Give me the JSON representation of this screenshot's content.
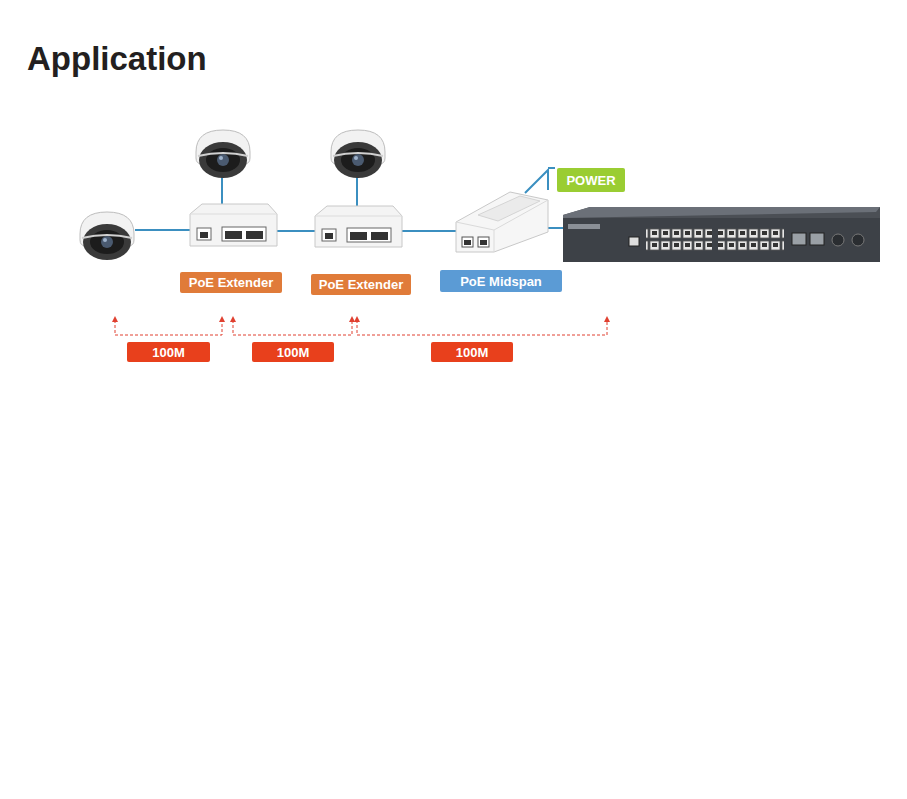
{
  "diagram": {
    "title": "Application",
    "nodes": [
      {
        "text": [
          "POWER"
        ]
      },
      {
        "text": [
          "PoE Extender"
        ]
      },
      {
        "text": [
          "PoE Extender"
        ]
      },
      {
        "text": [
          "PoE Midspan"
        ]
      },
      {
        "text": [
          "100M"
        ]
      },
      {
        "text": [
          "100M"
        ]
      },
      {
        "text": [
          "100M"
        ]
      }
    ]
  }
}
